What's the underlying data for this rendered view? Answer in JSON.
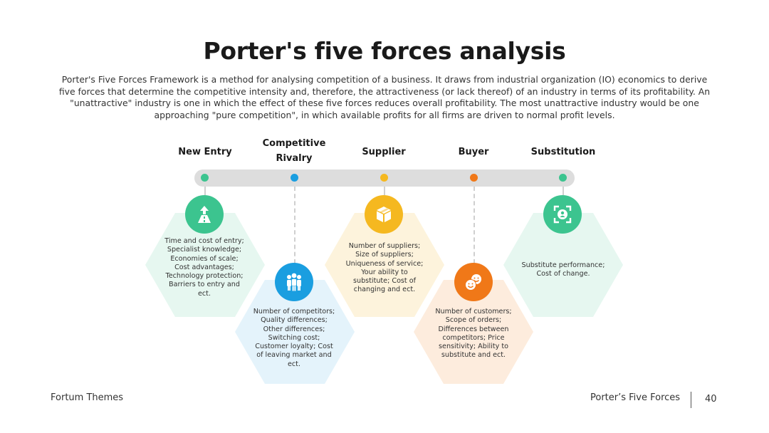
{
  "title": "Porter's five forces analysis",
  "intro": "Porter's Five Forces Framework is a method for analysing competition of a business. It draws from industrial organization (IO) economics to derive five forces that determine the competitive intensity and, therefore, the attractiveness (or lack thereof) of an industry in terms of its profitability. An \"unattractive\" industry is one in which the effect of these five forces reduces overall profitability. The most unattractive industry would be one approaching \"pure competition\", in which available profits for all firms are driven to normal profit levels.",
  "forces": [
    {
      "label": "New Entry",
      "color": "#3cc48f",
      "hex_color": "#e6f7f0",
      "icon": "road-up-arrow-icon",
      "text": "Time and cost of entry; Specialist knowledge; Economies of scale; Cost advantages; Technology protection; Barriers to entry and ect."
    },
    {
      "label": "Competitive Rivalry",
      "color": "#1a9ee0",
      "hex_color": "#e4f3fb",
      "icon": "people-group-icon",
      "text": "Number of competitors; Quality differences; Other differences; Switching cost; Customer loyalty; Cost of leaving market and ect."
    },
    {
      "label": "Supplier",
      "color": "#f5b820",
      "hex_color": "#fdf3dc",
      "icon": "package-box-icon",
      "text": "Number of suppliers; Size of suppliers; Uniqueness of service; Your ability to substitute; Cost of changing and ect."
    },
    {
      "label": "Buyer",
      "color": "#f07818",
      "hex_color": "#fdecdd",
      "icon": "smiling-faces-icon",
      "text": "Number of customers; Scope of orders; Differences between competitors; Price sensitivity; Ability to substitute and ect."
    },
    {
      "label": "Substitution",
      "color": "#3cc48f",
      "hex_color": "#e6f7f0",
      "icon": "focus-user-icon",
      "text": "Substitute performance; Cost of change."
    }
  ],
  "footer": {
    "left": "Fortum Themes",
    "right": "Porter’s Five Forces",
    "page": "40"
  }
}
